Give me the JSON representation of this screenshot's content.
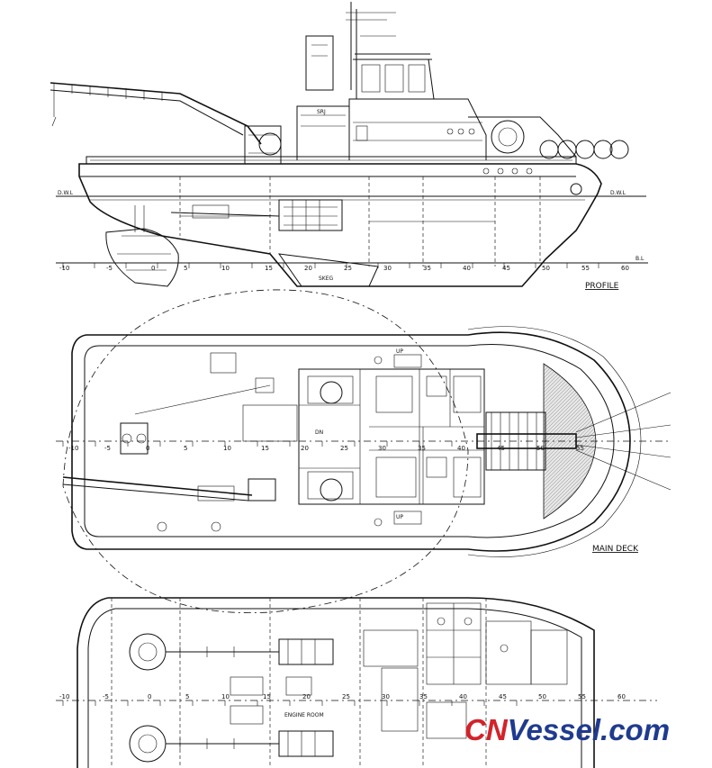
{
  "views": {
    "profile_title": "PROFILE",
    "main_deck_title": "MAIN DECK"
  },
  "profile": {
    "dwl_left": "D.W.L",
    "dwl_right": "D.W.L",
    "baseline": "B.L",
    "skeg": "SKEG",
    "funnel_logo": "SRJ",
    "scale_ticks": [
      "-10",
      "-5",
      "0",
      "5",
      "10",
      "15",
      "20",
      "25",
      "30",
      "35",
      "40",
      "45",
      "50",
      "55",
      "60"
    ]
  },
  "main_deck": {
    "scale_ticks": [
      "-10",
      "-5",
      "0",
      "5",
      "10",
      "15",
      "20",
      "25",
      "30",
      "35",
      "40",
      "45",
      "50",
      "55"
    ],
    "up_label": "UP",
    "dn_label": "DN"
  },
  "lower_deck": {
    "scale_ticks": [
      "-10",
      "-5",
      "0",
      "5",
      "10",
      "15",
      "20",
      "25",
      "30",
      "35",
      "40",
      "45",
      "50",
      "55",
      "60"
    ],
    "engine_room": "ENGINE ROOM"
  },
  "watermark": {
    "brand_red": "CN",
    "brand_blue": "Vessel.com",
    "red_color": "#d2232a",
    "blue_color": "#1f3b8f"
  }
}
